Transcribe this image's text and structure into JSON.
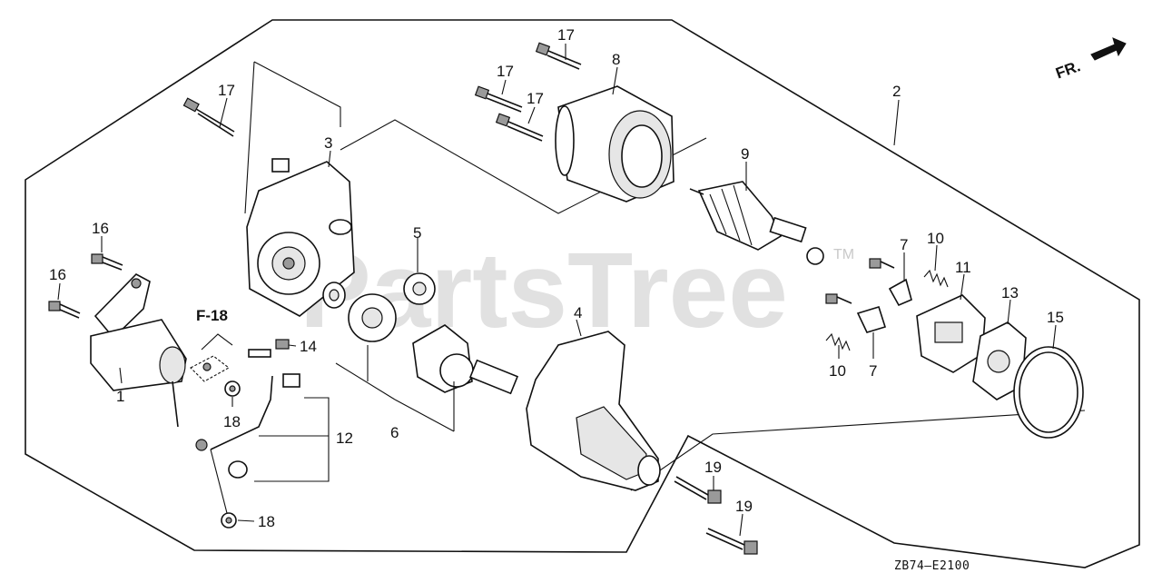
{
  "diagram": {
    "code": "ZB74–E2100",
    "direction_label": "FR.",
    "reference_label": "F-18",
    "watermark": "PartsTree",
    "watermark_tm": "TM",
    "labels": {
      "p1": "1",
      "p2": "2",
      "p3": "3",
      "p4": "4",
      "p5": "5",
      "p6": "6",
      "p7a": "7",
      "p7b": "7",
      "p8": "8",
      "p9": "9",
      "p10a": "10",
      "p10b": "10",
      "p11": "11",
      "p12": "12",
      "p13": "13",
      "p14": "14",
      "p15": "15",
      "p16a": "16",
      "p16b": "16",
      "p17a": "17",
      "p17b": "17",
      "p17c": "17",
      "p17d": "17",
      "p18a": "18",
      "p18b": "18",
      "p19a": "19",
      "p19b": "19"
    }
  }
}
